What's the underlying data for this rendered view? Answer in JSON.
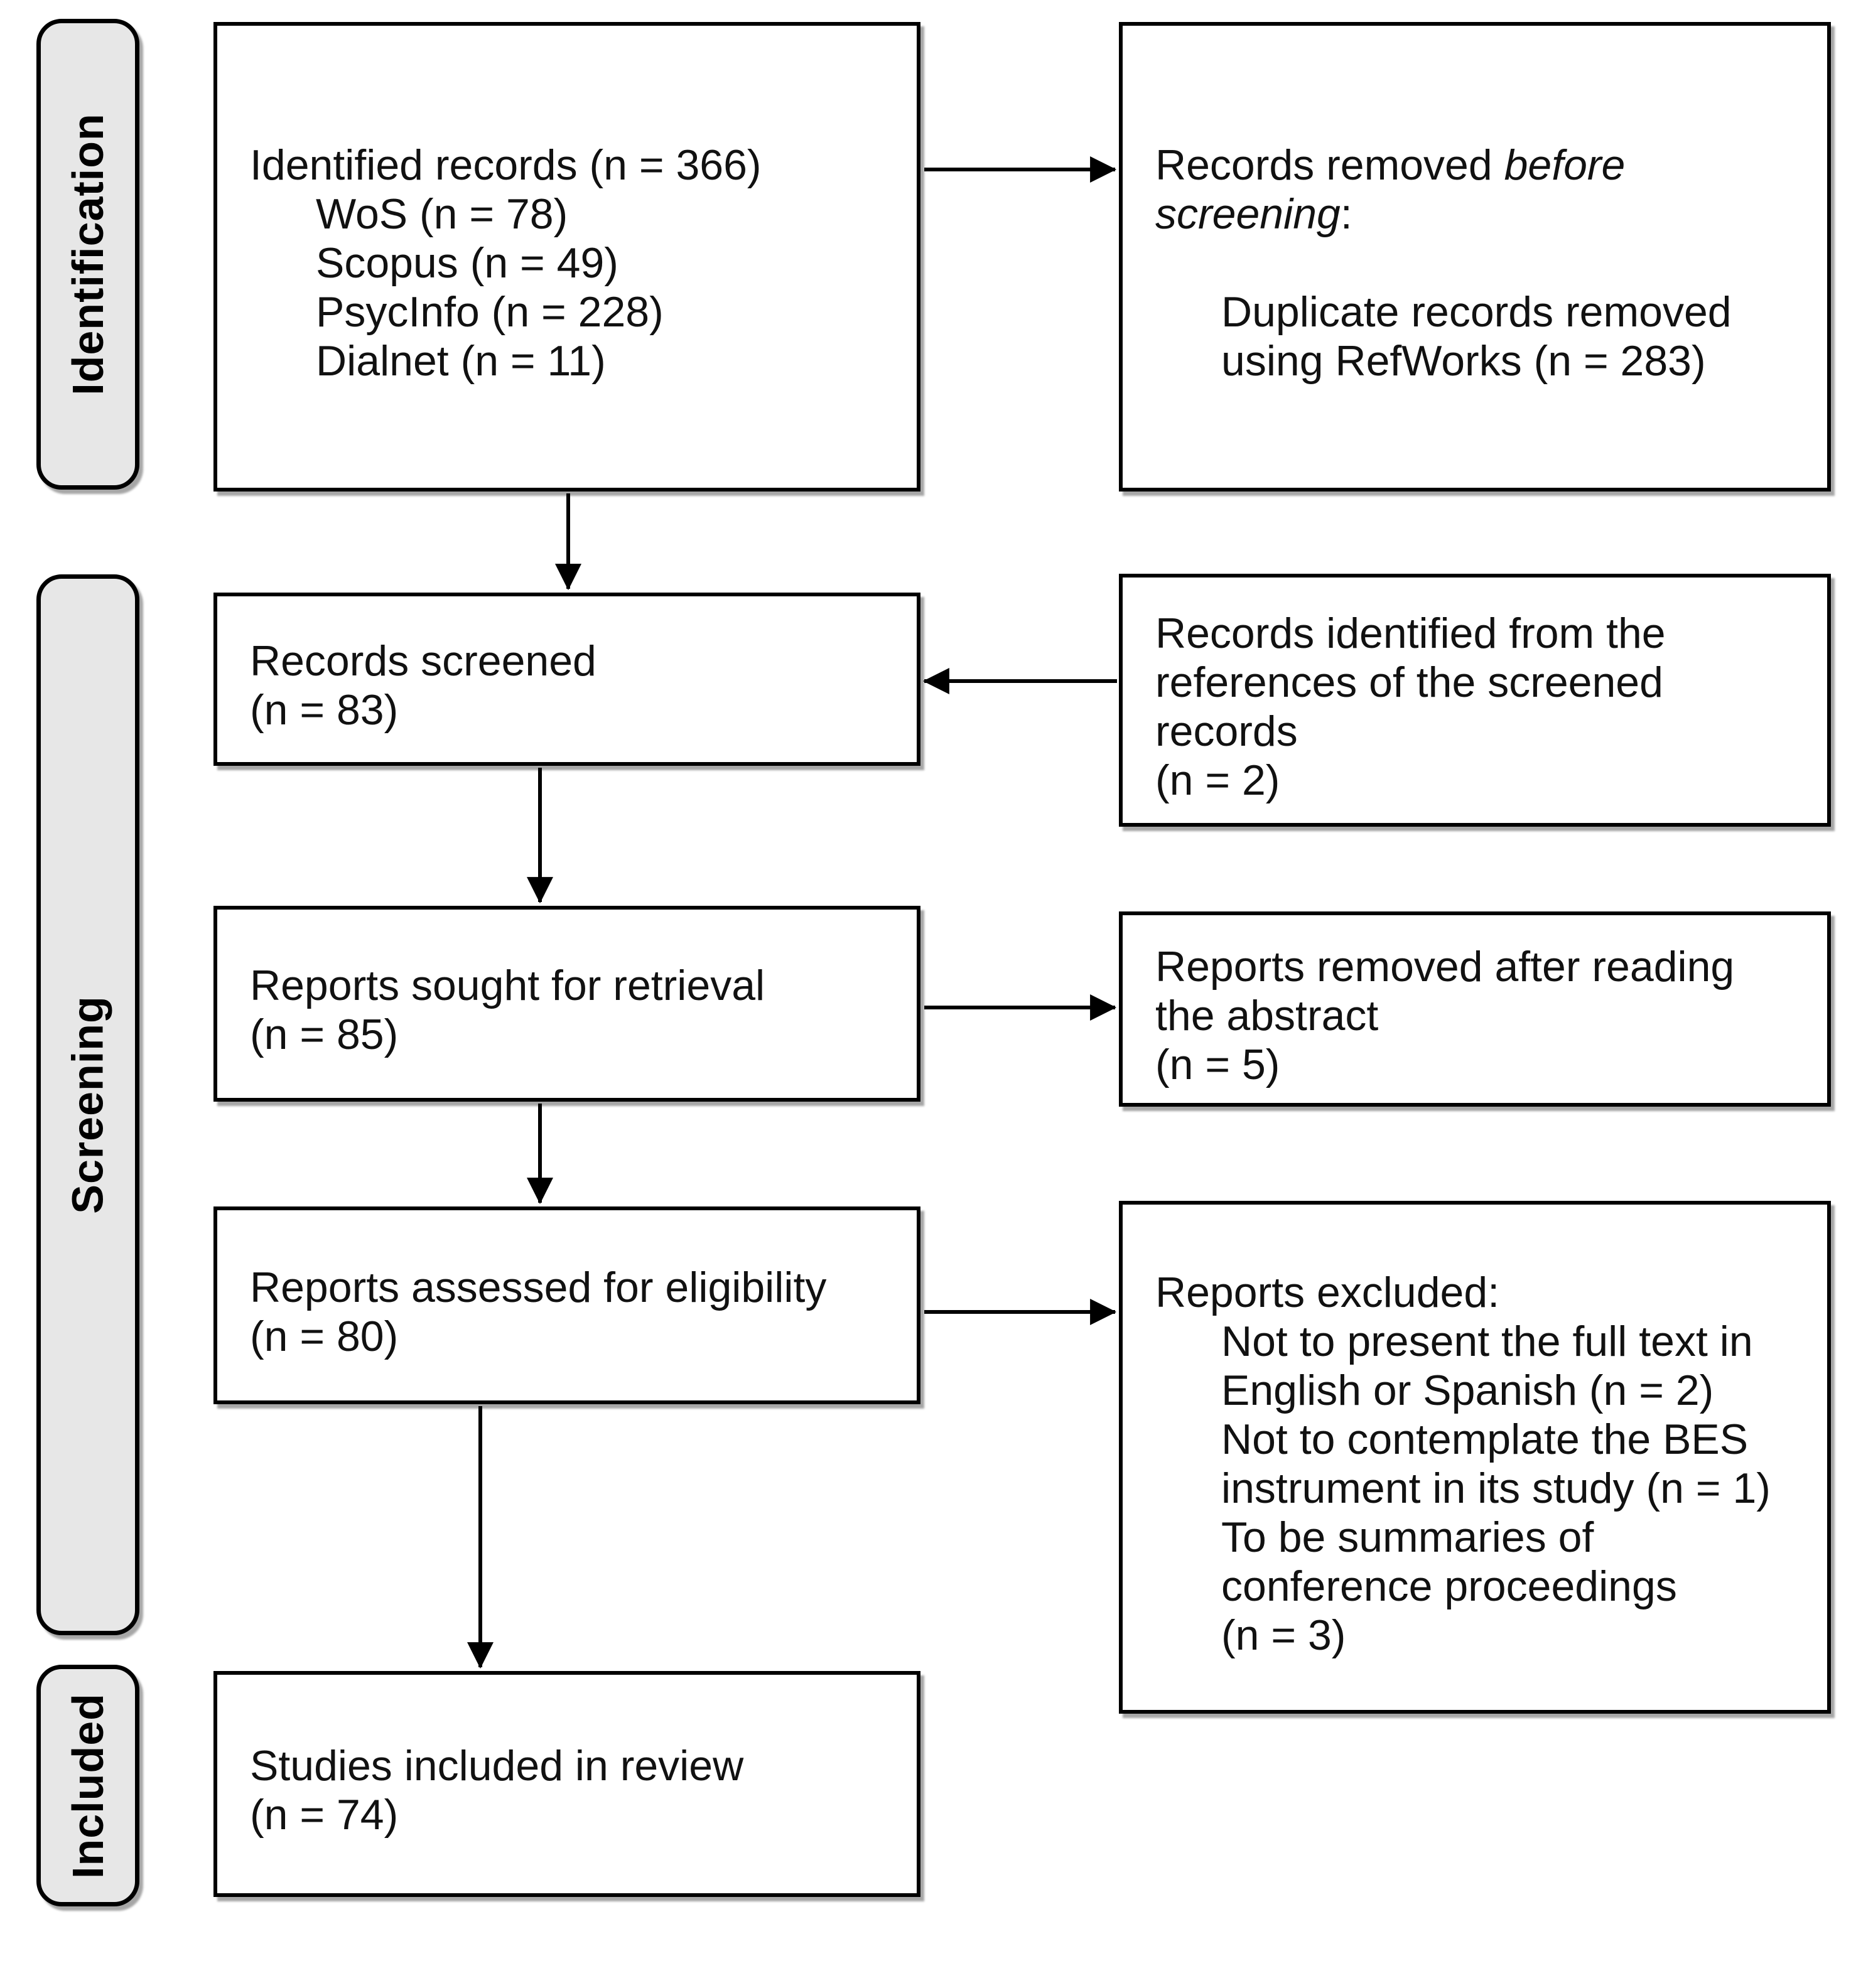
{
  "palette": {
    "background": "#ffffff",
    "box_fill": "#ffffff",
    "box_border": "#000000",
    "stage_label_fill": "#e7e7e7",
    "text": "#111111"
  },
  "stage_labels": [
    {
      "id": "identification",
      "text": "Identification"
    },
    {
      "id": "screening",
      "text": "Screening"
    },
    {
      "id": "included",
      "text": "Included"
    }
  ],
  "boxes": [
    {
      "id": "identified-records",
      "lines": [
        {
          "indent": false,
          "segments": [
            {
              "text": "Identified records (n = 366)",
              "italic": false
            }
          ]
        },
        {
          "indent": true,
          "segments": [
            {
              "text": "WoS (n = 78)",
              "italic": false
            }
          ]
        },
        {
          "indent": true,
          "segments": [
            {
              "text": "Scopus (n = 49)",
              "italic": false
            }
          ]
        },
        {
          "indent": true,
          "segments": [
            {
              "text": "PsycInfo (n = 228)",
              "italic": false
            }
          ]
        },
        {
          "indent": true,
          "segments": [
            {
              "text": "Dialnet (n = 11)",
              "italic": false
            }
          ]
        }
      ]
    },
    {
      "id": "records-removed-before-screening",
      "lines": [
        {
          "indent": false,
          "segments": [
            {
              "text": "Records removed ",
              "italic": false
            },
            {
              "text": "before",
              "italic": true
            }
          ]
        },
        {
          "indent": false,
          "segments": [
            {
              "text": "screening",
              "italic": true
            },
            {
              "text": ":",
              "italic": false
            }
          ]
        },
        {
          "indent": false,
          "segments": []
        },
        {
          "indent": true,
          "segments": [
            {
              "text": "Duplicate records removed",
              "italic": false
            }
          ]
        },
        {
          "indent": true,
          "segments": [
            {
              "text": "using RefWorks (n = 283)",
              "italic": false
            }
          ]
        }
      ]
    },
    {
      "id": "records-screened",
      "lines": [
        {
          "indent": false,
          "segments": [
            {
              "text": "Records screened",
              "italic": false
            }
          ]
        },
        {
          "indent": false,
          "segments": [
            {
              "text": "(n = 83)",
              "italic": false
            }
          ]
        }
      ]
    },
    {
      "id": "records-identified-from-references",
      "lines": [
        {
          "indent": false,
          "segments": [
            {
              "text": "Records identified from the",
              "italic": false
            }
          ]
        },
        {
          "indent": false,
          "segments": [
            {
              "text": "references of the screened",
              "italic": false
            }
          ]
        },
        {
          "indent": false,
          "segments": [
            {
              "text": "records",
              "italic": false
            }
          ]
        },
        {
          "indent": false,
          "segments": [
            {
              "text": "(n = 2)",
              "italic": false
            }
          ]
        }
      ]
    },
    {
      "id": "reports-sought-for-retrieval",
      "lines": [
        {
          "indent": false,
          "segments": [
            {
              "text": "Reports sought for retrieval",
              "italic": false
            }
          ]
        },
        {
          "indent": false,
          "segments": [
            {
              "text": "(n = 85)",
              "italic": false
            }
          ]
        }
      ]
    },
    {
      "id": "reports-removed-after-abstract",
      "lines": [
        {
          "indent": false,
          "segments": [
            {
              "text": "Reports removed after reading",
              "italic": false
            }
          ]
        },
        {
          "indent": false,
          "segments": [
            {
              "text": "the abstract",
              "italic": false
            }
          ]
        },
        {
          "indent": false,
          "segments": [
            {
              "text": "(n = 5)",
              "italic": false
            }
          ]
        }
      ]
    },
    {
      "id": "reports-assessed-for-eligibility",
      "lines": [
        {
          "indent": false,
          "segments": [
            {
              "text": "Reports assessed for eligibility",
              "italic": false
            }
          ]
        },
        {
          "indent": false,
          "segments": [
            {
              "text": "(n = 80)",
              "italic": false
            }
          ]
        }
      ]
    },
    {
      "id": "reports-excluded",
      "lines": [
        {
          "indent": false,
          "segments": [
            {
              "text": "Reports excluded:",
              "italic": false
            }
          ]
        },
        {
          "indent": true,
          "segments": [
            {
              "text": "Not to present the full text in",
              "italic": false
            }
          ]
        },
        {
          "indent": true,
          "segments": [
            {
              "text": "English or Spanish (n = 2)",
              "italic": false
            }
          ]
        },
        {
          "indent": true,
          "segments": [
            {
              "text": "Not to contemplate the BES",
              "italic": false
            }
          ]
        },
        {
          "indent": true,
          "segments": [
            {
              "text": "instrument in its study (n = 1)",
              "italic": false
            }
          ]
        },
        {
          "indent": true,
          "segments": [
            {
              "text": "To be summaries of",
              "italic": false
            }
          ]
        },
        {
          "indent": true,
          "segments": [
            {
              "text": "conference proceedings",
              "italic": false
            }
          ]
        },
        {
          "indent": true,
          "segments": [
            {
              "text": "(n = 3)",
              "italic": false
            }
          ]
        }
      ]
    },
    {
      "id": "studies-included-in-review",
      "lines": [
        {
          "indent": false,
          "segments": [
            {
              "text": "Studies included in review",
              "italic": false
            }
          ]
        },
        {
          "indent": false,
          "segments": [
            {
              "text": "(n = 74)",
              "italic": false
            }
          ]
        }
      ]
    }
  ],
  "arrows": [
    {
      "id": "identified-to-removed",
      "from": "identified-records",
      "to": "records-removed-before-screening",
      "direction": "right"
    },
    {
      "id": "identified-to-screened",
      "from": "identified-records",
      "to": "records-screened",
      "direction": "down"
    },
    {
      "id": "references-to-screened",
      "from": "records-identified-from-references",
      "to": "records-screened",
      "direction": "left"
    },
    {
      "id": "screened-to-sought",
      "from": "records-screened",
      "to": "reports-sought-for-retrieval",
      "direction": "down"
    },
    {
      "id": "sought-to-removed-abstract",
      "from": "reports-sought-for-retrieval",
      "to": "reports-removed-after-abstract",
      "direction": "right"
    },
    {
      "id": "sought-to-assessed",
      "from": "reports-sought-for-retrieval",
      "to": "reports-assessed-for-eligibility",
      "direction": "down"
    },
    {
      "id": "assessed-to-excluded",
      "from": "reports-assessed-for-eligibility",
      "to": "reports-excluded",
      "direction": "right"
    },
    {
      "id": "assessed-to-included",
      "from": "reports-assessed-for-eligibility",
      "to": "studies-included-in-review",
      "direction": "down"
    }
  ]
}
